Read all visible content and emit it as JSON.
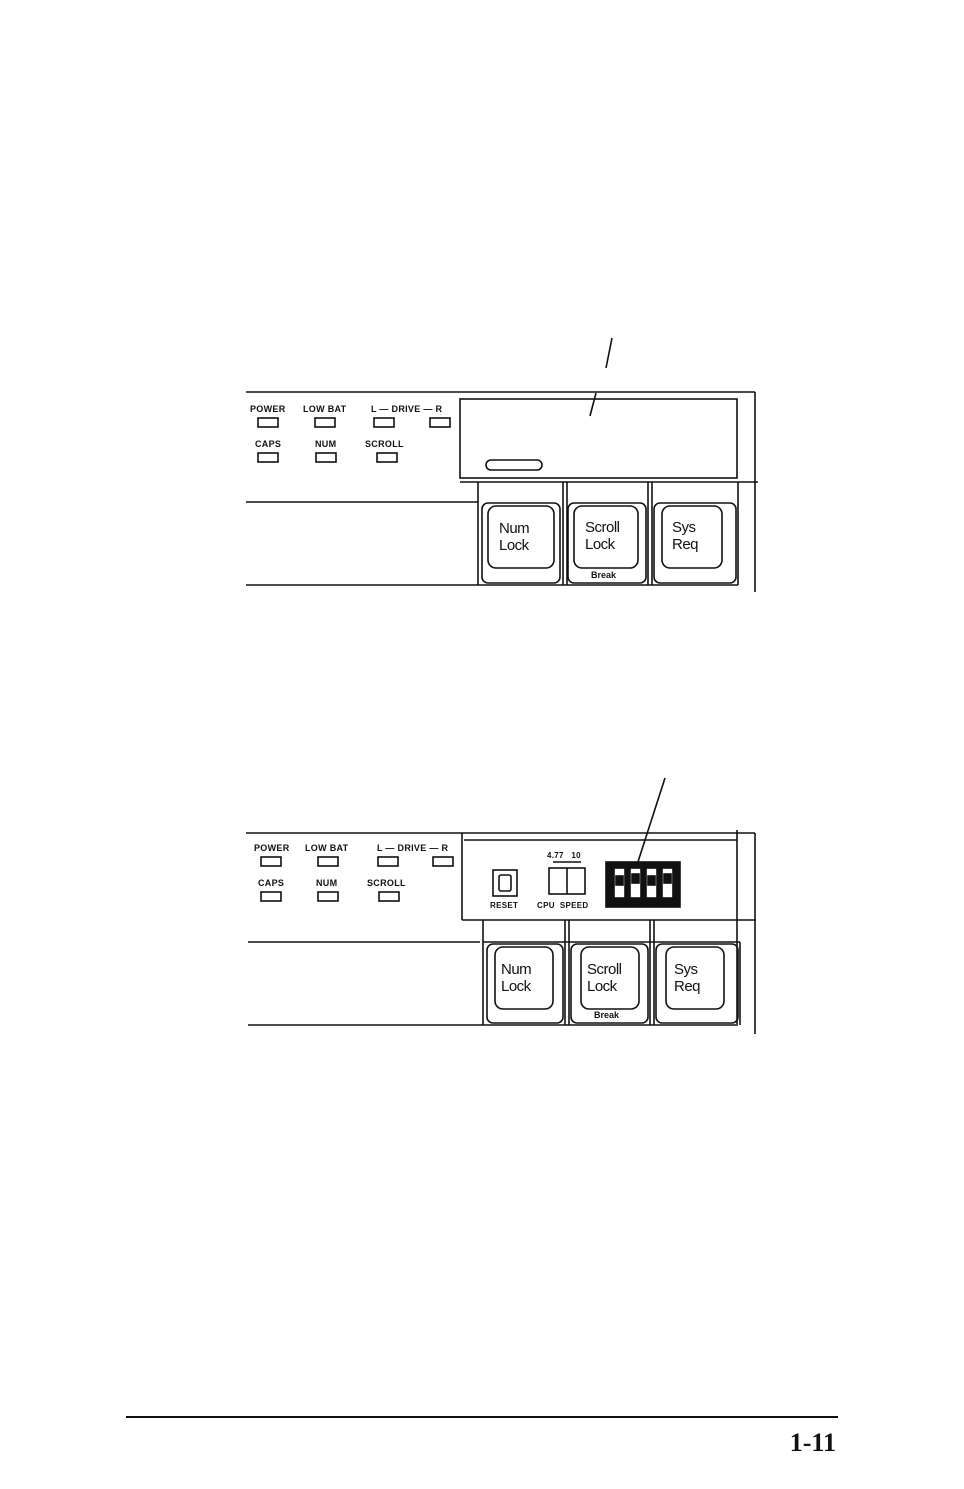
{
  "figure1": {
    "indicators": {
      "power": "POWER",
      "low_bat": "LOW BAT",
      "drive": "L — DRIVE — R",
      "caps": "CAPS",
      "num": "NUM",
      "scroll": "SCROLL"
    },
    "keys": {
      "num_lock": "Num\nLock",
      "scroll_lock": "Scroll\nLock",
      "scroll_lock_sub": "Break",
      "sys_req": "Sys\nReq"
    }
  },
  "figure2": {
    "indicators": {
      "power": "POWER",
      "low_bat": "LOW BAT",
      "drive": "L — DRIVE — R",
      "caps": "CAPS",
      "num": "NUM",
      "scroll": "SCROLL"
    },
    "controls": {
      "speed_values": "4.77   10",
      "reset": "RESET",
      "cpu_speed": "CPU  SPEED"
    },
    "keys": {
      "num_lock": "Num\nLock",
      "scroll_lock": "Scroll\nLock",
      "scroll_lock_sub": "Break",
      "sys_req": "Sys\nReq"
    }
  },
  "footer": {
    "page_number": "1-11"
  }
}
